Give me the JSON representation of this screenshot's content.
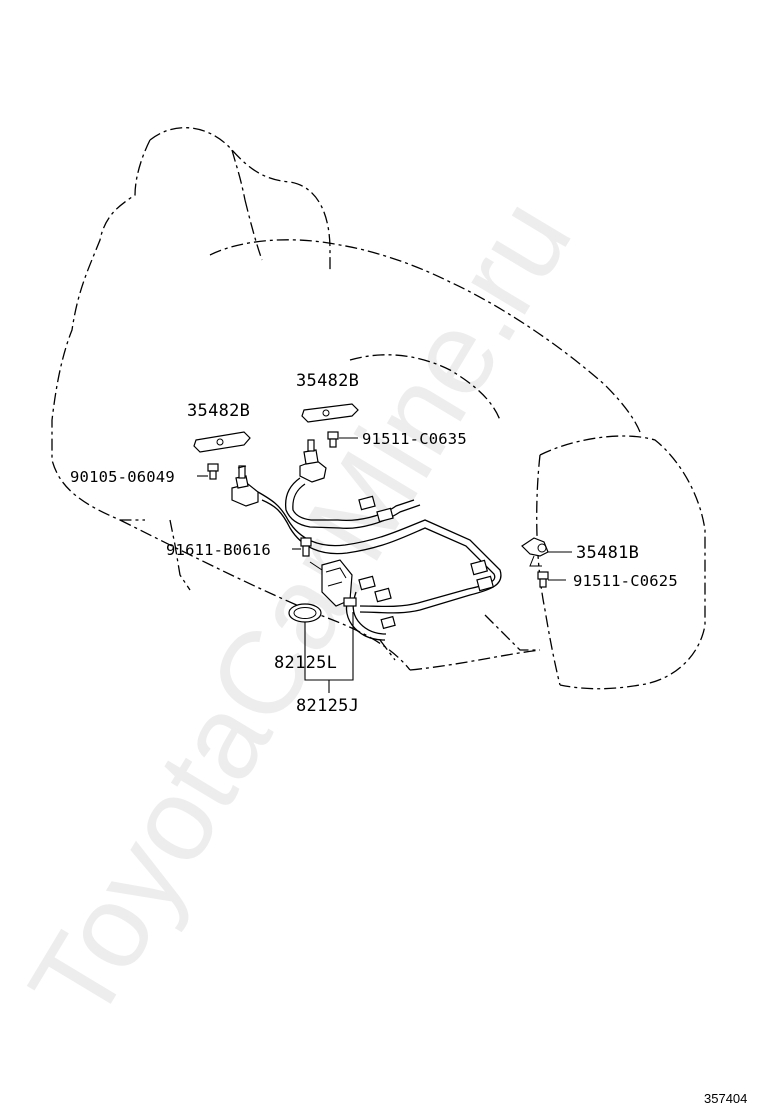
{
  "watermark": "ToyotaCarMine.ru",
  "figure_number": "357404",
  "labels": {
    "bracket_b_upper": "35482B",
    "bracket_b_left": "35482B",
    "bolt_90105": "90105-06049",
    "bolt_91511_c0635": "91511-C0635",
    "bolt_91611": "91611-B0616",
    "clamp_35481b": "35481B",
    "bolt_91511_c0625": "91511-C0625",
    "oring_82125l": "82125L",
    "harness_82125j": "82125J"
  }
}
